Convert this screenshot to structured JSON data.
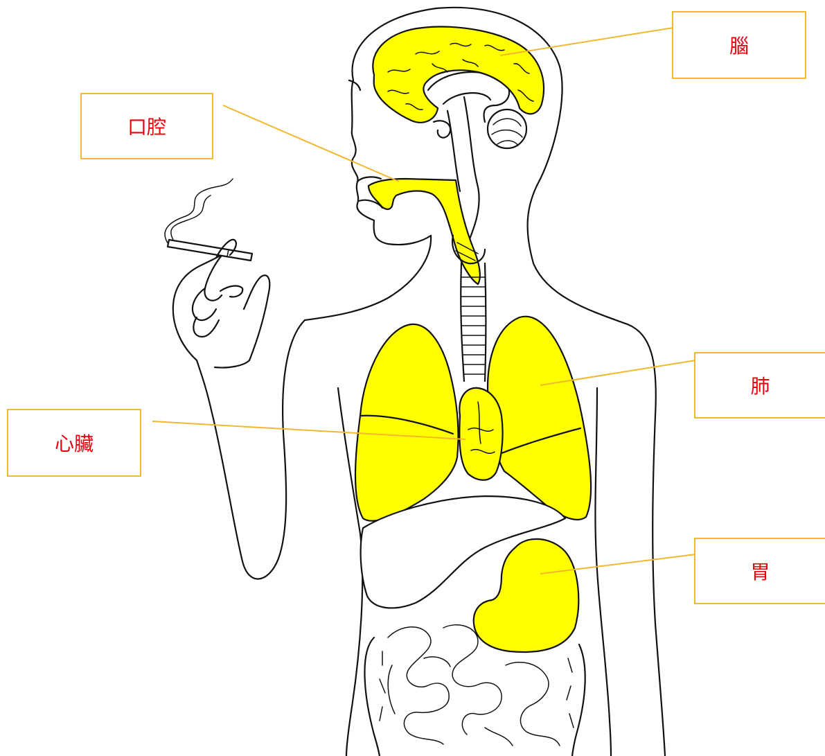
{
  "colors": {
    "highlight": "#ffff00",
    "outline": "#111111",
    "leader": "#f0b72f",
    "label_text": "#e8000b",
    "background": "#ffffff"
  },
  "labels": {
    "brain": "腦",
    "mouth": "口腔",
    "lung": "肺",
    "heart": "心臟",
    "stomach": "胃"
  }
}
